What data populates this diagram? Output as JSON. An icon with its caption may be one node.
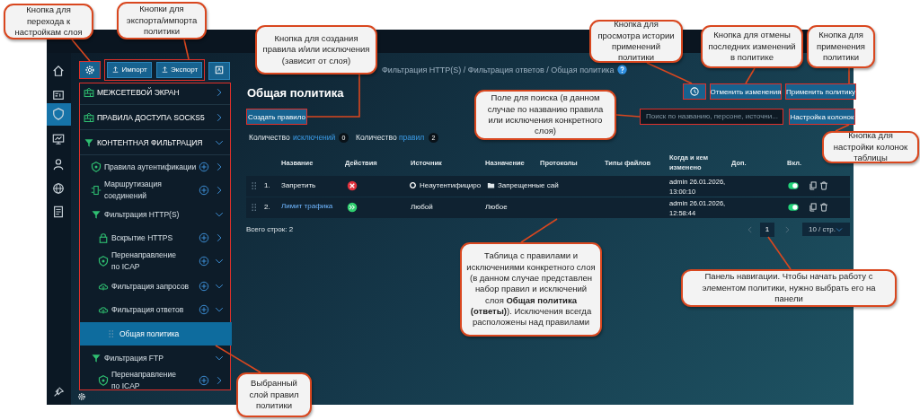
{
  "diagram": {
    "nodes": [
      {
        "text": [
          "Кнопка для перехода к настройкам слоя"
        ]
      },
      {
        "text": [
          "Кнопки для экспорта/импорта политики"
        ]
      },
      {
        "text": [
          "Кнопка для создания правила и/или исключения (зависит от слоя)"
        ]
      },
      {
        "text": [
          "Кнопка для просмотра истории применений политики"
        ]
      },
      {
        "text": [
          "Кнопка для отмены последних изменений в политике"
        ]
      },
      {
        "text": [
          "Кнопка для применения политики"
        ]
      },
      {
        "text": [
          "Поле для поиска (в данном случае по названию правила или исключения конкретного слоя)"
        ]
      },
      {
        "text": [
          "Кнопка для настройки колонок таблицы"
        ]
      },
      {
        "text": [
          "Таблица с правилами и исключениями конкретного слоя (в данном случае представлен набор правил и исключений слоя **Общая политика (ответы)**). Исключения всегда расположены над правилами"
        ]
      },
      {
        "text": [
          "Панель навигации. Чтобы начать работу с элементом политики, нужно выбрать его на панели"
        ]
      },
      {
        "text": [
          "Выбранный слой правил политики"
        ]
      },
      {
        "text": [],
        "shape": "box"
      },
      {
        "text": [],
        "shape": "box"
      },
      {
        "text": [
          "Импорт"
        ],
        "in": 12
      },
      {
        "text": [
          "Экспорт"
        ],
        "in": 12
      },
      {
        "text": [
          "Создать правило"
        ]
      },
      {
        "text": [],
        "shape": "box"
      },
      {
        "text": [
          "Отменить изменения"
        ]
      },
      {
        "text": [
          "Применить политику"
        ]
      },
      {
        "text": [
          "Поиск по названию, персоне, источни..."
        ]
      },
      {
        "text": [
          "Настройка колонок"
        ]
      },
      {
        "text": [],
        "shape": "box"
      },
      {
        "text": [
          "1"
        ]
      },
      {
        "text": [],
        "shape": "box"
      },
      {
        "text": [
          "МЕЖСЕТЕВОЙ ЭКРАН"
        ],
        "in": 23
      },
      {
        "text": [
          "ПРАВИЛА ДОСТУПА SOCKS5"
        ],
        "in": 23
      },
      {
        "text": [
          "КОНТЕНТНАЯ ФИЛЬТРАЦИЯ"
        ],
        "in": 23
      },
      {
        "text": [
          "Правила аутентификации"
        ],
        "in": 23
      },
      {
        "text": [
          "Маршрутизация соединений"
        ],
        "in": 23
      },
      {
        "text": [
          "Фильтрация HTTP(S)"
        ],
        "in": 23
      },
      {
        "text": [
          "Вскрытие HTTPS"
        ],
        "in": 23
      },
      {
        "text": [
          "Перенаправление по ICAP"
        ],
        "in": 23
      },
      {
        "text": [
          "Фильтрация запросов"
        ],
        "in": 23
      },
      {
        "text": [
          "Фильтрация ответов"
        ],
        "in": 23
      },
      {
        "text": [
          "Общая политика"
        ],
        "in": 23
      },
      {
        "text": [
          "Фильтрация FTP"
        ],
        "in": 23
      },
      {
        "text": [
          "Перенаправление по ICAP"
        ],
        "in": 23
      }
    ],
    "edges": [
      {
        "from": 0,
        "to": 11,
        "arrow": "none"
      },
      {
        "from": 1,
        "to": 12,
        "arrow": "none"
      },
      {
        "from": 2,
        "to": 15,
        "arrow": "none"
      },
      {
        "from": 3,
        "to": 16,
        "arrow": "none"
      },
      {
        "from": 4,
        "to": 17,
        "arrow": "none"
      },
      {
        "from": 5,
        "to": 18,
        "arrow": "none"
      },
      {
        "from": 6,
        "to": 19,
        "arrow": "none"
      },
      {
        "from": 7,
        "to": 20,
        "arrow": "none"
      },
      {
        "from": 8,
        "to": 21,
        "arrow": "none"
      },
      {
        "from": 9,
        "to": 22,
        "arrow": "none"
      },
      {
        "from": 10,
        "to": 34,
        "arrow": "none"
      }
    ],
    "labels": [
      "Фильтрация HTTP(S) / Фильтрация ответов / Общая политика",
      "Общая политика",
      "Количество",
      "исключений",
      "0",
      "Количество",
      "правил",
      "2",
      "Название",
      "Действия",
      "Источник",
      "Назначение",
      "Протоколы",
      "Типы файлов",
      "Когда и кем изменено",
      "Доп.",
      "Вкл.",
      "1.",
      "Запретить",
      "Неаутентифициро",
      "Запрещенные сай",
      "admin 26.01.2026, 13:00:10",
      "2.",
      "Лимит трафика",
      "Любой",
      "Любое",
      "admin 26.01.2026, 12:58:44",
      "Всего строк: 2",
      "10 / стр."
    ]
  }
}
